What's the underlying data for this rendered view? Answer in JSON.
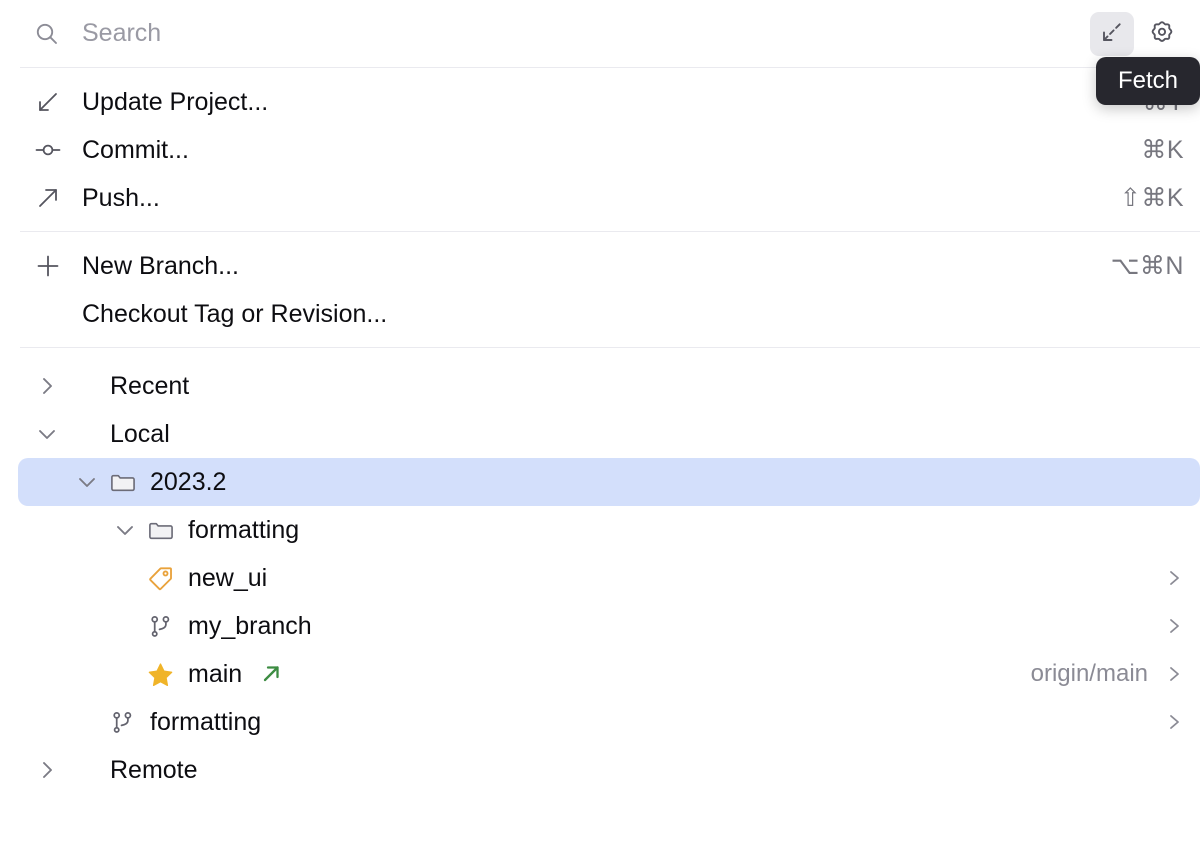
{
  "search": {
    "placeholder": "Search",
    "value": "",
    "icon": "search-icon"
  },
  "top_actions": [
    {
      "name": "fetch-button",
      "icon": "fetch-arrow-icon",
      "hovered": true,
      "tooltip": "Fetch"
    },
    {
      "name": "settings-button",
      "icon": "gear-icon",
      "hovered": false,
      "tooltip": ""
    }
  ],
  "tooltip": {
    "text": "Fetch",
    "background": "#27272E",
    "color": "#FFFFFF"
  },
  "menu_sections": [
    {
      "items": [
        {
          "icon": "arrow-down-left-icon",
          "label": "Update Project...",
          "shortcut": "⌘T"
        },
        {
          "icon": "commit-node-icon",
          "label": "Commit...",
          "shortcut": "⌘K"
        },
        {
          "icon": "arrow-up-right-icon",
          "label": "Push...",
          "shortcut": "⇧⌘K"
        }
      ]
    },
    {
      "items": [
        {
          "icon": "plus-icon",
          "label": "New Branch...",
          "shortcut": "⌥⌘N"
        },
        {
          "icon": "none",
          "label": "Checkout Tag or Revision...",
          "shortcut": ""
        }
      ]
    }
  ],
  "tree": [
    {
      "name": "tree-group-recent",
      "indent": 0,
      "chevron": "right",
      "icon": "none",
      "label": "Recent",
      "tracking": "",
      "row_chevron": false,
      "selected": false,
      "incoming": false
    },
    {
      "name": "tree-group-local",
      "indent": 0,
      "chevron": "down",
      "icon": "none",
      "label": "Local",
      "tracking": "",
      "row_chevron": false,
      "selected": false,
      "incoming": false
    },
    {
      "name": "tree-folder-2023-2",
      "indent": 1,
      "chevron": "down",
      "icon": "folder-icon",
      "label": "2023.2",
      "tracking": "",
      "row_chevron": false,
      "selected": true,
      "incoming": false
    },
    {
      "name": "tree-folder-formatting",
      "indent": 2,
      "chevron": "down",
      "icon": "folder-icon",
      "label": "formatting",
      "tracking": "",
      "row_chevron": false,
      "selected": false,
      "incoming": false
    },
    {
      "name": "tree-tag-new-ui",
      "indent": 3,
      "chevron": "none",
      "icon": "tag-icon",
      "label": "new_ui",
      "tracking": "",
      "row_chevron": true,
      "selected": false,
      "incoming": false
    },
    {
      "name": "tree-branch-my-branch",
      "indent": 3,
      "chevron": "none",
      "icon": "branch-icon",
      "label": "my_branch",
      "tracking": "",
      "row_chevron": true,
      "selected": false,
      "incoming": false
    },
    {
      "name": "tree-branch-main",
      "indent": 2,
      "chevron": "none",
      "icon": "star-icon",
      "label": "main",
      "tracking": "origin/main",
      "row_chevron": true,
      "selected": false,
      "incoming": true
    },
    {
      "name": "tree-branch-formatting",
      "indent": 1,
      "chevron": "none",
      "icon": "branch-icon",
      "label": "formatting",
      "tracking": "",
      "row_chevron": true,
      "selected": false,
      "incoming": false
    },
    {
      "name": "tree-group-remote",
      "indent": 0,
      "chevron": "right",
      "icon": "none",
      "label": "Remote",
      "tracking": "",
      "row_chevron": false,
      "selected": false,
      "incoming": false
    }
  ],
  "colors": {
    "selection": "#D3DFFB",
    "tag_icon": "#E9A23B",
    "star_icon": "#F0B429",
    "incoming_arrow": "#3C8C42",
    "divider": "#EAEAEF",
    "text": "#0D0D11",
    "muted_text": "#8B8B95"
  }
}
